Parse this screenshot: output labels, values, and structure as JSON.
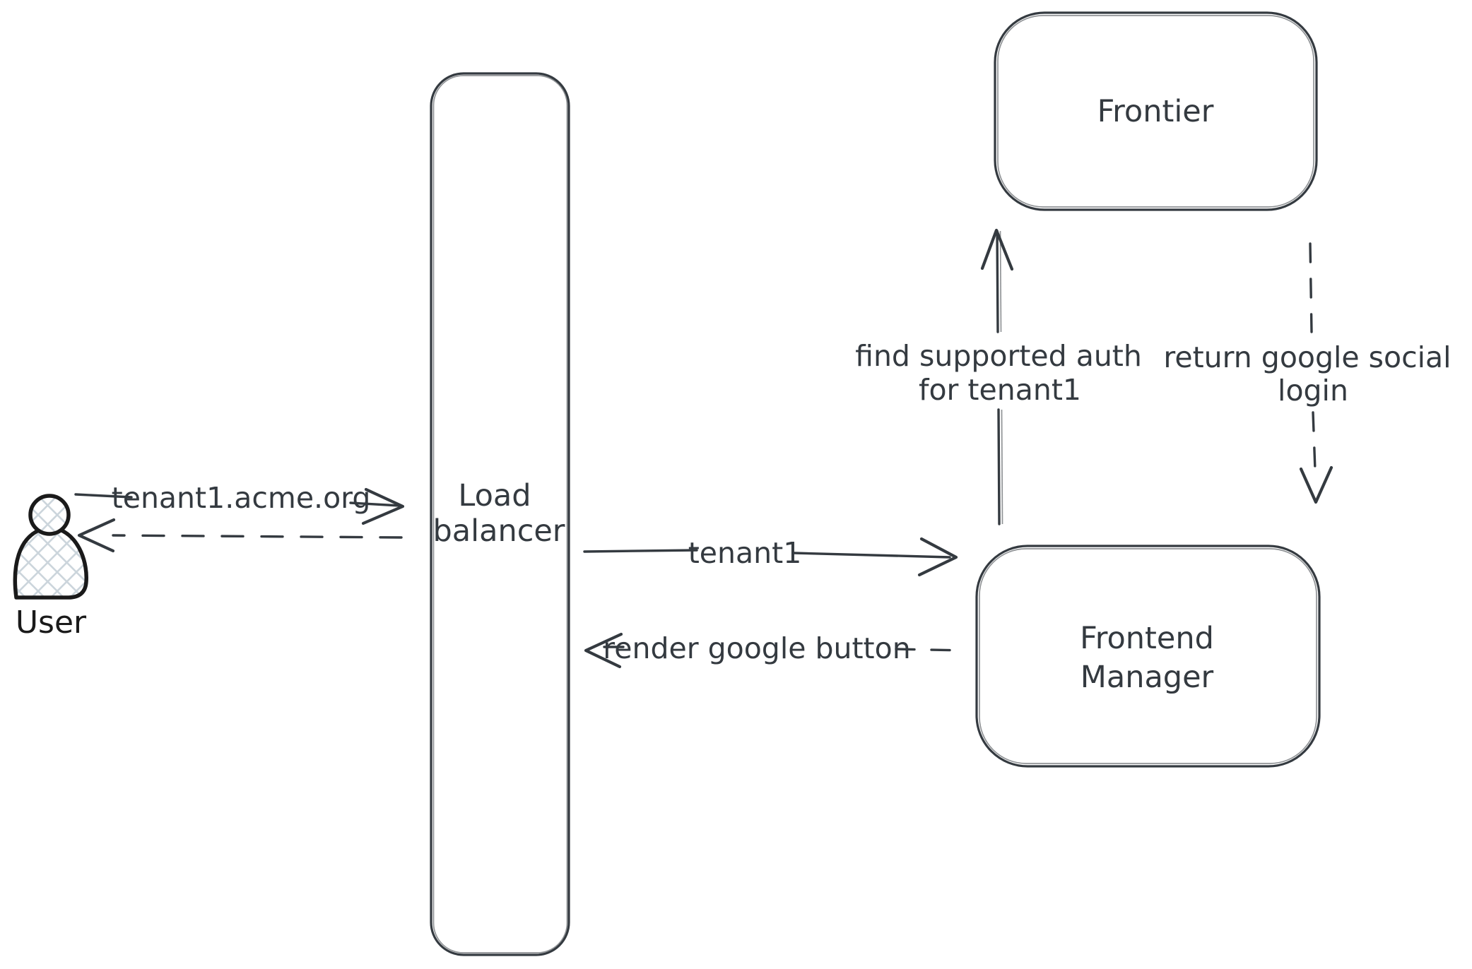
{
  "colors": {
    "stroke": "#343a40",
    "user_stroke": "#1a1a1a",
    "hatch": "#ccd5dc",
    "background": "#ffffff"
  },
  "nodes": {
    "user": {
      "label": "User",
      "icon": "person-icon"
    },
    "load_balancer": {
      "label_line1": "Load",
      "label_line2": "balancer"
    },
    "frontier": {
      "label": "Frontier"
    },
    "frontend_manager": {
      "label_line1": "Frontend",
      "label_line2": "Manager"
    }
  },
  "edges": {
    "user_to_load_balancer": {
      "label": "tenant1.acme.org"
    },
    "load_balancer_to_frontend_manager": {
      "label": "tenant1"
    },
    "frontend_manager_to_load_balancer": {
      "label": "render google button"
    },
    "frontend_manager_to_frontier": {
      "label_line1": "find supported auth",
      "label_line2": "for tenant1"
    },
    "frontier_to_frontend_manager": {
      "label_line1": "return google social",
      "label_line2": "login"
    }
  }
}
